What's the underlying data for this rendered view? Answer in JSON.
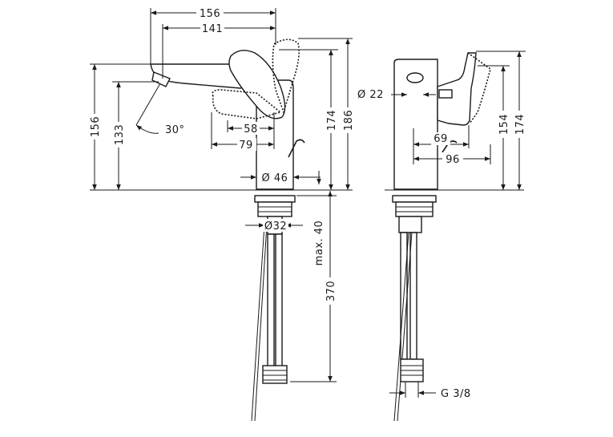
{
  "dimensions": {
    "width_156_top": "156",
    "width_141": "141",
    "height_156_left": "156",
    "height_133": "133",
    "angle_30": "30°",
    "len_58": "58",
    "len_79": "79",
    "height_174_left": "174",
    "height_186": "186",
    "diam_46": "Ø 46",
    "diam_32": "Ø32",
    "max_40": "max. 40",
    "len_370": "370",
    "diam_22": "Ø 22",
    "len_69": "69",
    "len_96": "96",
    "height_154": "154",
    "height_174_right": "174",
    "thread_g38": "G 3/8"
  }
}
